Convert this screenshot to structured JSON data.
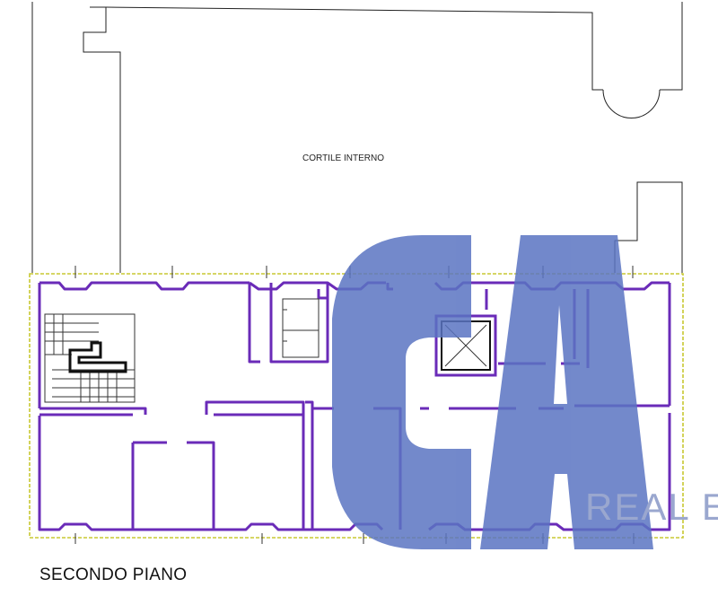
{
  "plan": {
    "courtyard_label": "CORTILE INTERNO",
    "floor_label": "SECONDO PIANO"
  },
  "watermark": {
    "logo_letters": "CA",
    "brand_text": "REAL ES",
    "logo_color": "#5a74c2",
    "brand_color": "#9aa7cf"
  },
  "colors": {
    "wall": "#6a2bb8",
    "outline": "#222222",
    "boundary": "#c8c832"
  }
}
